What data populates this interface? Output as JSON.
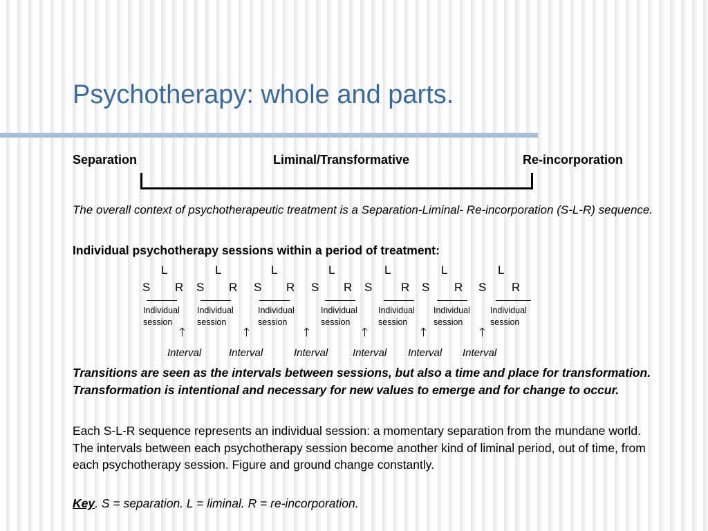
{
  "title": "Psychotherapy: whole and parts.",
  "phases": {
    "separation": "Separation",
    "liminal": "Liminal/Transformative",
    "reincorporation": "Re-incorporation"
  },
  "context_text": "The overall context of psychotherapeutic treatment is a Separation-Liminal- Re-incorporation (S-L-R) sequence.",
  "sessions_heading": "Individual psychotherapy sessions within a period of treatment:",
  "sessions": [
    {
      "l": "L",
      "s": "S",
      "r": "R",
      "caption1": "Individual",
      "caption2": "session"
    },
    {
      "l": "L",
      "s": "S",
      "r": "R",
      "caption1": "Individual",
      "caption2": "session"
    },
    {
      "l": "L",
      "s": "S",
      "r": "R",
      "caption1": "Individual",
      "caption2": "session"
    },
    {
      "l": "L",
      "s": "S",
      "r": "R",
      "caption1": "Individual",
      "caption2": "session"
    },
    {
      "l": "L",
      "s": "S",
      "r": "R",
      "caption1": "Individual",
      "caption2": "session"
    },
    {
      "l": "L",
      "s": "S",
      "r": "R",
      "caption1": "Individual",
      "caption2": "session"
    },
    {
      "l": "L",
      "s": "S",
      "r": "R",
      "caption1": "Individual",
      "caption2": "session"
    }
  ],
  "arrow_glyph": "🡑",
  "intervals": [
    "Interval",
    "Interval",
    "Interval",
    "Interval",
    "Interval",
    "Interval"
  ],
  "transitions_text": "Transitions are seen as the intervals between sessions, but also a time and place for transformation.  Transformation is intentional and necessary for new values to emerge and for change to occur.",
  "each_text": "Each S-L-R sequence represents an individual session: a momentary separation from the mundane world.  The intervals between each psychotherapy session become another kind of liminal period, out of time, from each psychotherapy session.  Figure and ground change constantly.",
  "key": {
    "label": "Key",
    "text": ".  S = separation.   L = liminal.   R = re-incorporation."
  }
}
